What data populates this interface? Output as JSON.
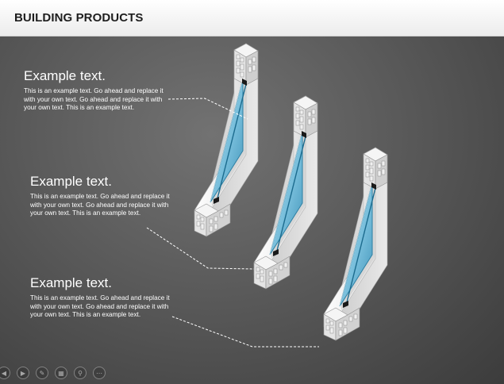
{
  "header": {
    "title": "BUILDING PRODUCTS"
  },
  "blocks": [
    {
      "heading": "Example text.",
      "body": "This is an example text. Go ahead and replace it with your own text. Go ahead and replace it with your own text. This is an example text."
    },
    {
      "heading": "Example text.",
      "body": "This is an example text. Go ahead and replace it with your own text. Go ahead and replace it with your own text. This is an example text."
    },
    {
      "heading": "Example text.",
      "body": "This is an example text. Go ahead and replace it with your own text. Go ahead and replace it with your own text. This is an example text."
    }
  ],
  "controls": [
    {
      "icon": "previous-slide-icon",
      "glyph": "◀"
    },
    {
      "icon": "next-slide-icon",
      "glyph": "▶"
    },
    {
      "icon": "pen-icon",
      "glyph": "✎"
    },
    {
      "icon": "slides-icon",
      "glyph": "▦"
    },
    {
      "icon": "zoom-icon",
      "glyph": "⚲"
    },
    {
      "icon": "more-options-icon",
      "glyph": "⋯"
    }
  ],
  "colors": {
    "header_bg": "#f4f4f4",
    "title_text": "#1e1e1e",
    "slide_bg": "#5a5a5a",
    "body_text": "#ffffff",
    "frame_white": "#f2f2f2",
    "glass_blue": "#6fb8d6",
    "glass_edge": "#2b7fa3"
  }
}
